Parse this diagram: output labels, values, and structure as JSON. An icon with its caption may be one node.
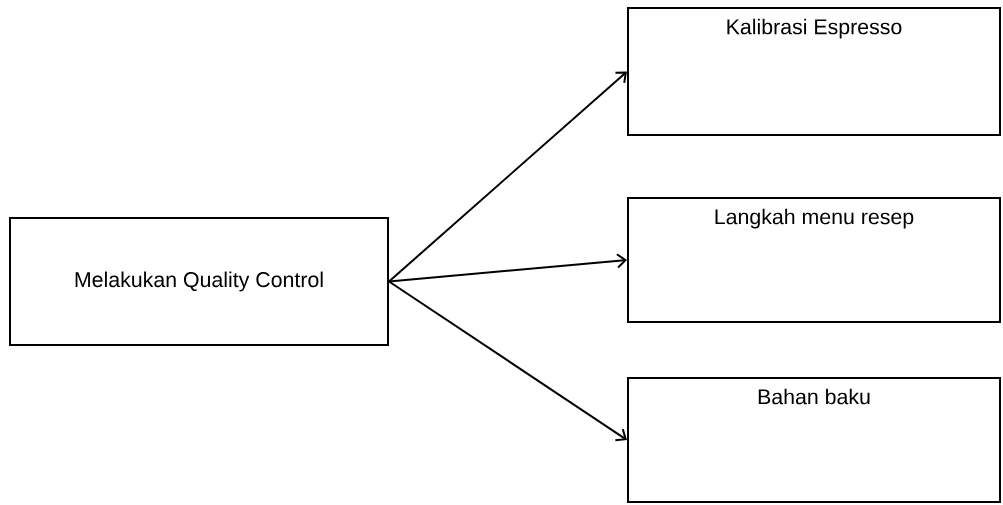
{
  "diagram": {
    "nodes": [
      {
        "text": [
          "Melakukan Quality Control"
        ]
      },
      {
        "text": [
          "Kalibrasi Espresso"
        ]
      },
      {
        "text": [
          "Langkah menu resep"
        ]
      },
      {
        "text": [
          "Bahan baku"
        ]
      }
    ],
    "edges": [
      {
        "from": 0,
        "to": 1,
        "arrow": "to"
      },
      {
        "from": 0,
        "to": 2,
        "arrow": "to"
      },
      {
        "from": 0,
        "to": 3,
        "arrow": "to"
      }
    ]
  }
}
